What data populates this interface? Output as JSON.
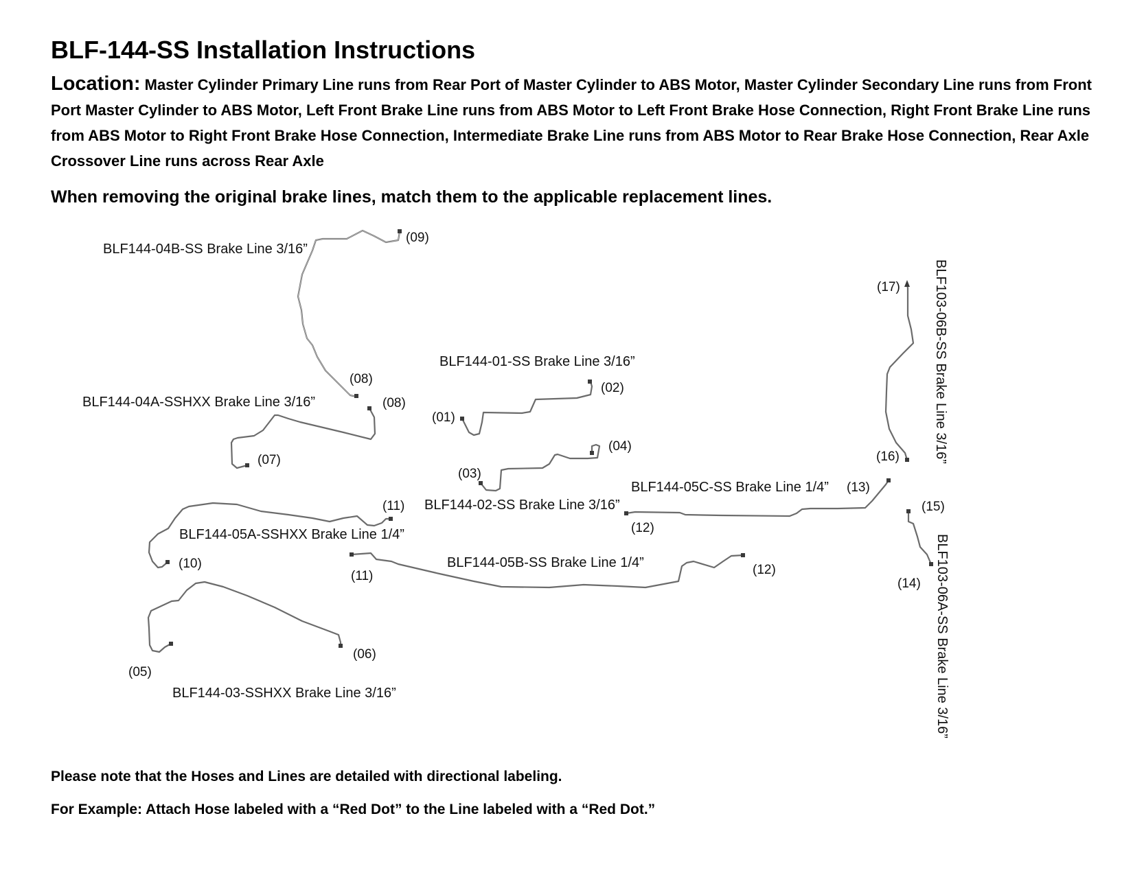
{
  "header": {
    "title": "BLF-144-SS Installation Instructions",
    "location_label": "Location:",
    "location_text": " Master Cylinder Primary Line runs from Rear Port of Master Cylinder to ABS Motor, Master Cylinder Secondary Line runs from Front Port Master Cylinder to ABS Motor, Left Front Brake Line runs from ABS Motor to Left Front Brake Hose Connection, Right Front Brake Line runs from ABS Motor to Right Front Brake Hose Connection, Intermediate Brake Line runs from ABS Motor to Rear Brake Hose Connection, Rear Axle Crossover Line runs across Rear Axle",
    "instruction": "When removing the original brake lines, match them to the applicable replacement lines."
  },
  "diagram": {
    "lines": {
      "line_04b": "BLF144-04B-SS Brake Line 3/16”",
      "line_04a": "BLF144-04A-SSHXX Brake Line 3/16”",
      "line_01": "BLF144-01-SS Brake Line 3/16”",
      "line_02": "BLF144-02-SS Brake Line 3/16”",
      "line_05c": "BLF144-05C-SS Brake Line 1/4”",
      "line_05a": "BLF144-05A-SSHXX Brake Line 1/4”",
      "line_05b": "BLF144-05B-SS Brake Line 1/4”",
      "line_03": "BLF144-03-SSHXX Brake Line 3/16”",
      "line_103_06b": "BLF103-06B-SS Brake Line 3/16”",
      "line_103_06a": "BLF103-06A-SS Brake Line 3/16”"
    },
    "ports": {
      "p01": "(01)",
      "p02": "(02)",
      "p03": "(03)",
      "p04": "(04)",
      "p05": "(05)",
      "p06": "(06)",
      "p07": "(07)",
      "p08_a": "(08)",
      "p08_b": "(08)",
      "p09": "(09)",
      "p10": "(10)",
      "p11_a": "(11)",
      "p11_b": "(11)",
      "p12_a": "(12)",
      "p12_b": "(12)",
      "p13": "(13)",
      "p14": "(14)",
      "p15": "(15)",
      "p16": "(16)",
      "p17": "(17)"
    }
  },
  "footer": {
    "note_1": "Please note that the Hoses and Lines are detailed with directional labeling.",
    "note_2": "For Example: Attach Hose labeled with a “Red Dot” to the Line labeled with a “Red Dot.”"
  }
}
